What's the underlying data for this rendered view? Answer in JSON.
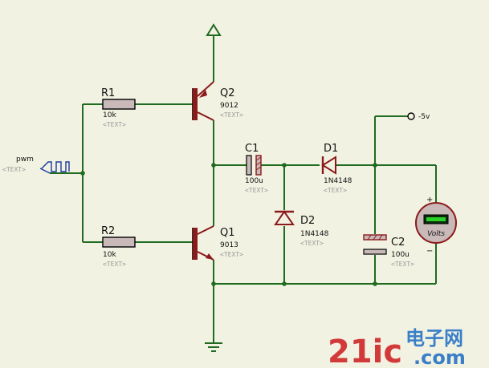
{
  "components": {
    "r1": {
      "ref": "R1",
      "value": "10k",
      "text": "<TEXT>"
    },
    "r2": {
      "ref": "R2",
      "value": "10k",
      "text": "<TEXT>"
    },
    "q1": {
      "ref": "Q1",
      "value": "9013",
      "text": "<TEXT>"
    },
    "q2": {
      "ref": "Q2",
      "value": "9012",
      "text": "<TEXT>"
    },
    "c1": {
      "ref": "C1",
      "value": "100u",
      "text": "<TEXT>"
    },
    "c2": {
      "ref": "C2",
      "value": "100u",
      "text": "<TEXT>"
    },
    "d1": {
      "ref": "D1",
      "value": "1N4148",
      "text": "<TEXT>"
    },
    "d2": {
      "ref": "D2",
      "value": "1N4148",
      "text": "<TEXT>"
    }
  },
  "source": {
    "name": "pwm",
    "text": "<TEXT>"
  },
  "output": {
    "label": "-5v"
  },
  "voltmeter": {
    "label": "Volts",
    "plus": "+",
    "minus": "−"
  },
  "watermark": {
    "main": "21ic",
    "cn": "电子网",
    "dom": ".com"
  },
  "colors": {
    "wire": "#1f6b1f",
    "component": "#8b1a1a",
    "background": "#f2f2e2"
  }
}
